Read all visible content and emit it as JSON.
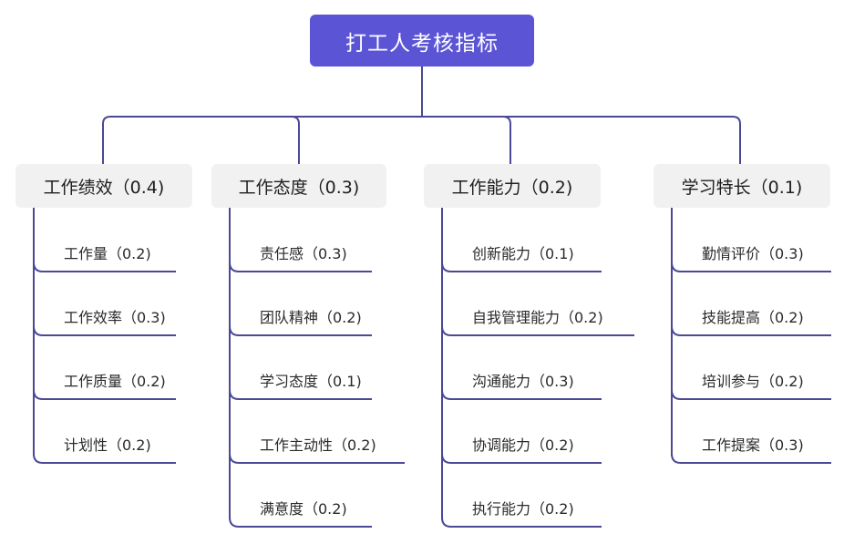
{
  "colors": {
    "root_bg": "#5b55d6",
    "line": "#4b4896",
    "branch_bg": "#f1f1f1"
  },
  "root": {
    "label": "打工人考核指标"
  },
  "branches": [
    {
      "label": "工作绩效（0.4)",
      "children": [
        "工作量（0.2)",
        "工作效率（0.3)",
        "工作质量（0.2)",
        "计划性（0.2)"
      ]
    },
    {
      "label": "工作态度（0.3)",
      "children": [
        "责任感（0.3)",
        "团队精神（0.2)",
        "学习态度（0.1)",
        "工作主动性（0.2)",
        "满意度（0.2)"
      ]
    },
    {
      "label": "工作能力（0.2)",
      "children": [
        "创新能力（0.1)",
        "自我管理能力（0.2)",
        "沟通能力（0.3)",
        "协调能力（0.2)",
        "执行能力（0.2)"
      ]
    },
    {
      "label": "学习特长（0.1)",
      "children": [
        "勤情评价（0.3)",
        "技能提高（0.2)",
        "培训参与（0.2)",
        "工作提案（0.3)"
      ]
    }
  ]
}
